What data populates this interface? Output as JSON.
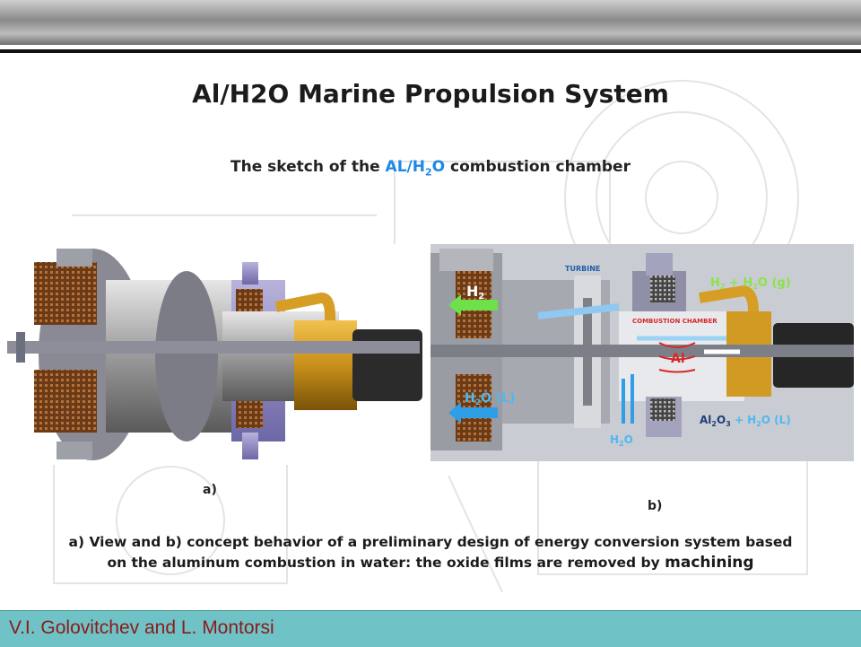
{
  "slide": {
    "title": "Al/H2O Marine Propulsion System",
    "subtitle": {
      "prefix": "The sketch of the ",
      "highlight_main": "AL/H",
      "highlight_sub": "2",
      "highlight_end": "O",
      "suffix": " combustion chamber"
    },
    "figure_a_label": "a)",
    "figure_b_label": "b)",
    "caption": {
      "line1": "a) View  and b) concept behavior of a preliminary design of energy conversion system based",
      "line2": "on the aluminum combustion in water: the oxide films are removed by ",
      "emphasis": "machining"
    },
    "footer": "V.I. Golovitchev and L. Montorsi"
  },
  "diagram_b": {
    "turbine": "TURBINE",
    "combustion_chamber": "COMBUSTION CHAMBER",
    "h2": "H",
    "h2_sub": "2",
    "h2_h2o_g": "H",
    "h2_h2o_g_sub": "2",
    "h2_h2o_g_rest": " + H",
    "h2_h2o_g_sub2": "2",
    "h2_h2o_g_end": "O (g)",
    "h2o_l": "H",
    "h2o_l_sub": "2",
    "h2o_l_end": "O (L)",
    "al": "Al",
    "h2o_in": "H",
    "h2o_in_sub": "2",
    "h2o_in_end": "O",
    "al2o3_a": "Al",
    "al2o3_s1": "2",
    "al2o3_b": "O",
    "al2o3_s2": "3",
    "al2o3_c": " + H",
    "al2o3_s3": "2",
    "al2o3_d": "O (L)"
  },
  "colors": {
    "highlight": "#1e88e5",
    "footer_bg": "#6fc3c7",
    "footer_text": "#8b1a1a",
    "green_label": "#8be34a",
    "blue_label": "#4fb8f0",
    "red_label": "#d62828"
  }
}
